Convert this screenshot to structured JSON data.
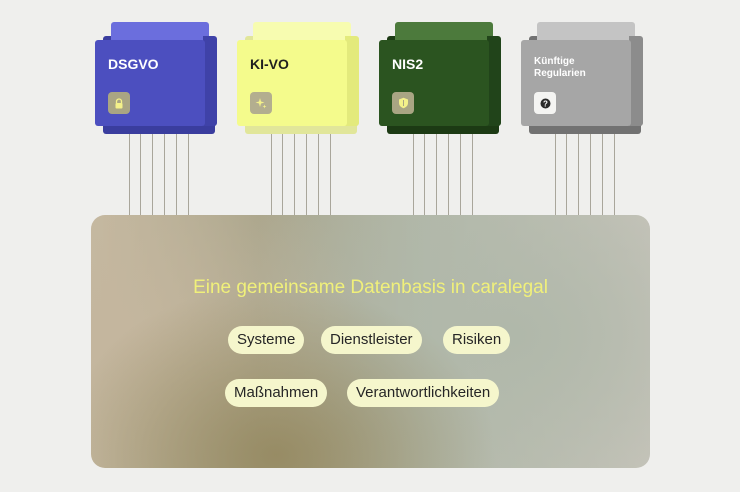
{
  "modules": [
    {
      "label": "DSGVO",
      "icon": "lock-icon",
      "color": "#4c4fbf"
    },
    {
      "label": "KI-VO",
      "icon": "sparkle-icon",
      "color": "#f4fb8c"
    },
    {
      "label": "NIS2",
      "icon": "shield-icon",
      "color": "#2b5420"
    },
    {
      "label": "Künftige Regularien",
      "icon": "question-icon",
      "color": "#a6a6a6"
    }
  ],
  "database": {
    "title": "Eine gemeinsame Datenbasis in caralegal",
    "tags": [
      "Systeme",
      "Dienstleister",
      "Risiken",
      "Maßnahmen",
      "Verantwortlichkeiten"
    ]
  }
}
